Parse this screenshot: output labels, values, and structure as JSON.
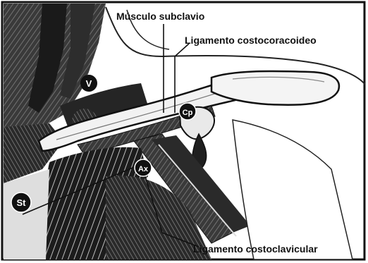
{
  "labels": {
    "subclavius_muscle": "Músculo subclavio",
    "costocoracoid_ligament": "Ligamento costocoracoideo",
    "costoclavicular_ligament": "Ligamento costoclavicular"
  },
  "markers": {
    "vein": "V",
    "coracoid_process": "Cp",
    "axillary": "Ax",
    "sternum": "St"
  }
}
